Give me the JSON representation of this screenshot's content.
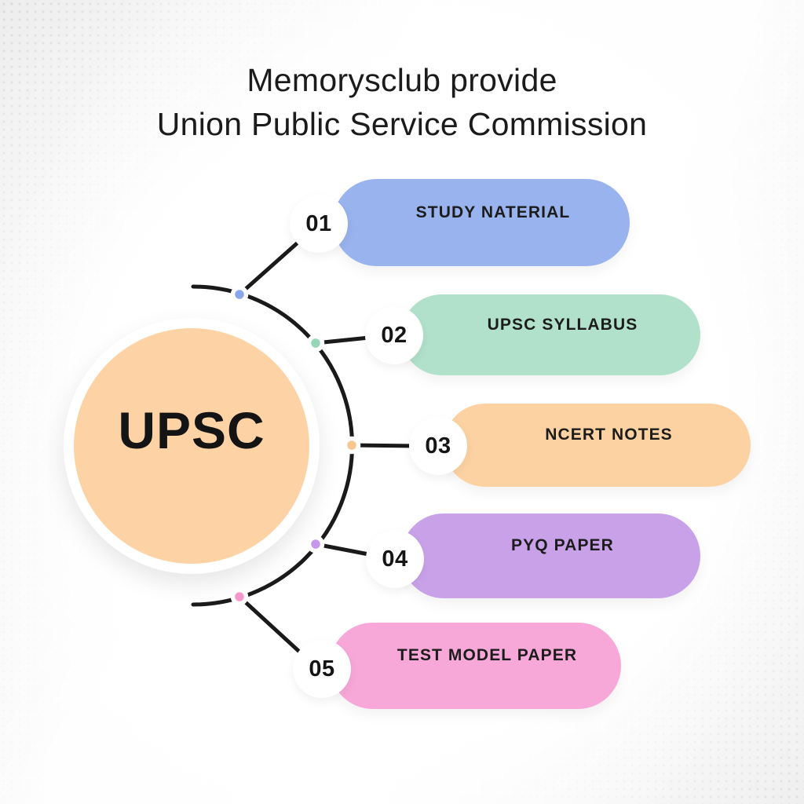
{
  "diagram": {
    "line_color": "#1a1a1a",
    "background_color": "#ececec"
  },
  "title": {
    "line1": "Memorysclub provide",
    "line2": "Union Public Service Commission"
  },
  "center": {
    "label": "UPSC",
    "fill": "#fdd3a6"
  },
  "items": [
    {
      "number": "01",
      "label": "STUDY NATERIAL",
      "color": "#99b3ee",
      "dot_color": "#8aa6ea"
    },
    {
      "number": "02",
      "label": "UPSC SYLLABUS",
      "color": "#b1e1ca",
      "dot_color": "#96d6b8"
    },
    {
      "number": "03",
      "label": "NCERT NOTES",
      "color": "#fdd2a2",
      "dot_color": "#f9c690"
    },
    {
      "number": "04",
      "label": "PYQ PAPER",
      "color": "#c9a1e9",
      "dot_color": "#c596eb"
    },
    {
      "number": "05",
      "label": "TEST MODEL PAPER",
      "color": "#f7a7d8",
      "dot_color": "#f795ce"
    }
  ]
}
